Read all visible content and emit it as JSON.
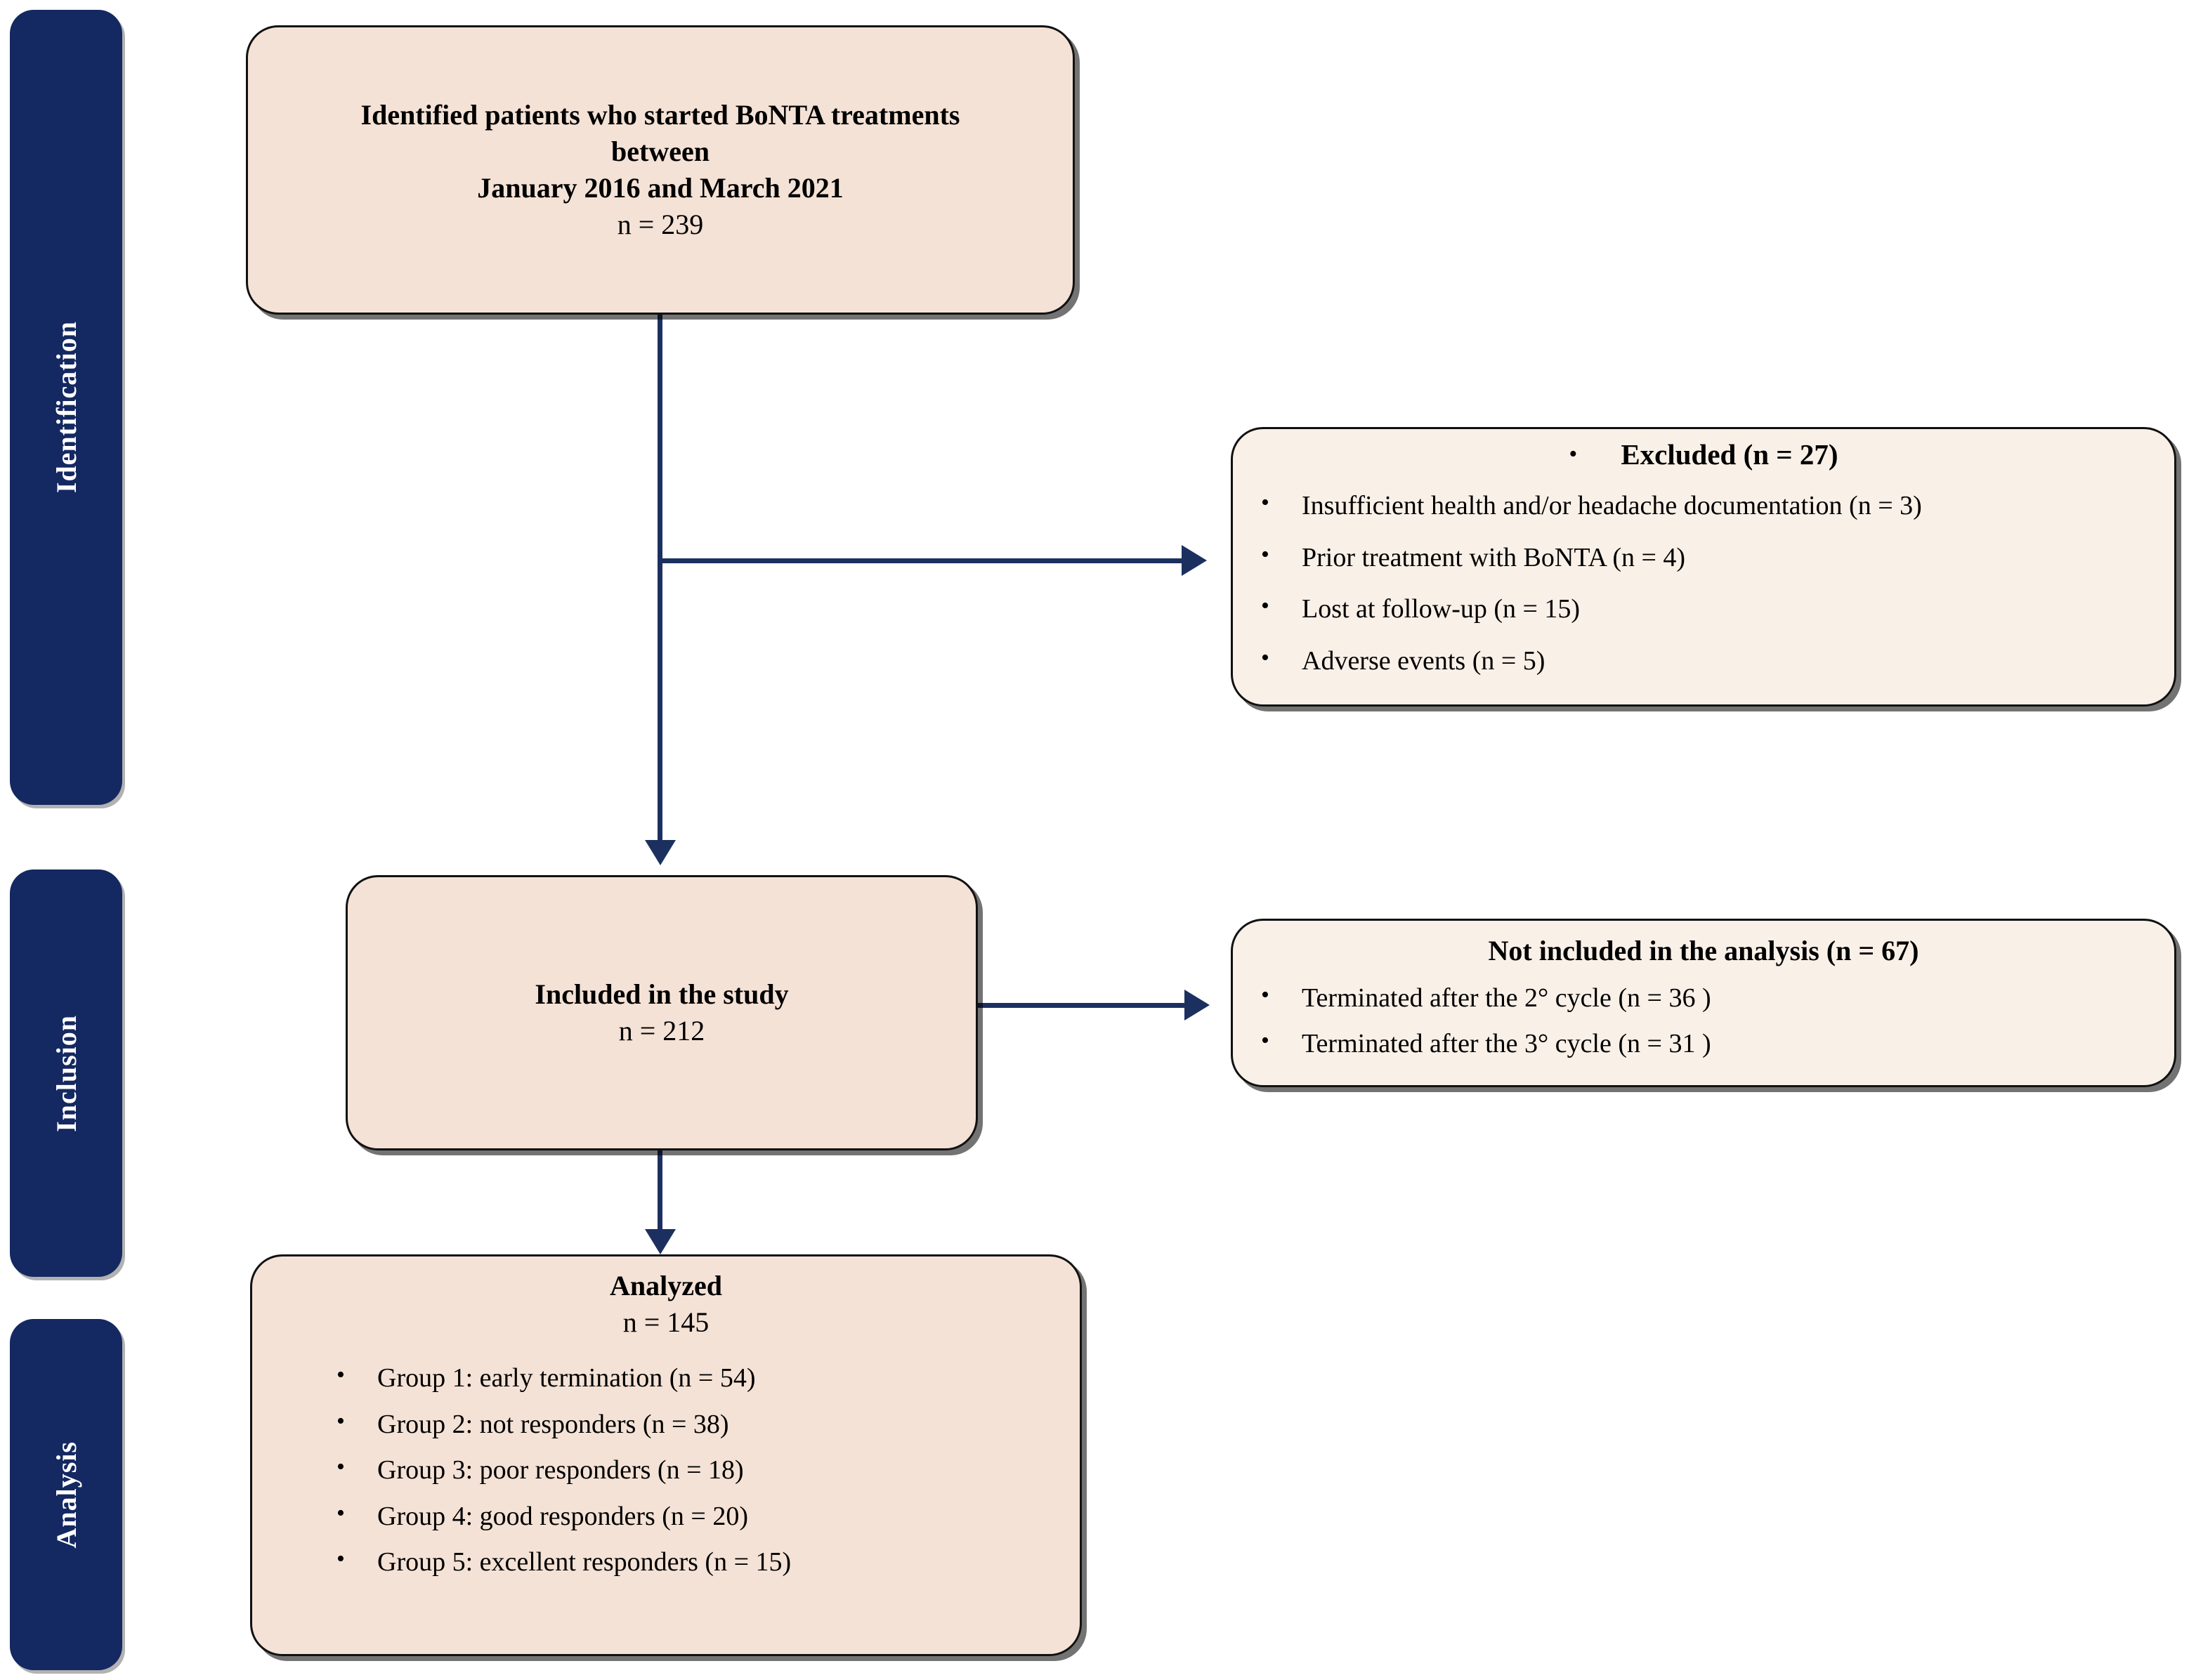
{
  "diagram": {
    "title": "PRISMA-style patient flow diagram",
    "colors": {
      "stage_bar": "#142861",
      "primary_box_fill": "#F4E2D6",
      "side_box_fill": "#F9F0E8",
      "box_border": "#111111",
      "connector": "#1C3060",
      "stage_label_text": "#FFFFFF",
      "body_text": "#000000"
    }
  },
  "stages": [
    {
      "id": "identification",
      "label": "Identification"
    },
    {
      "id": "inclusion",
      "label": "Inclusion"
    },
    {
      "id": "analysis",
      "label": "Analysis"
    }
  ],
  "boxes": {
    "identified": {
      "lines": [
        "Identified patients who started BoNTA treatments",
        "between",
        "January 2016 and March 2021"
      ],
      "count_line": "n = 239"
    },
    "excluded": {
      "header": "Excluded (n = 27)",
      "items": [
        "Insufficient health and/or headache documentation (n = 3)",
        "Prior treatment with BoNTA (n = 4)",
        "Lost at follow-up (n = 15)",
        "Adverse events (n = 5)"
      ]
    },
    "included": {
      "title": "Included in the study",
      "count_line": "n = 212"
    },
    "not_included": {
      "header": "Not included in the analysis (n = 67)",
      "items": [
        "Terminated after the 2° cycle (n = 36 )",
        "Terminated after the 3° cycle (n = 31   )"
      ]
    },
    "analyzed": {
      "title": "Analyzed",
      "count_line": "n = 145",
      "groups": [
        "Group 1: early termination (n = 54)",
        "Group 2: not responders (n = 38)",
        "Group 3: poor responders (n = 18)",
        "Group 4: good responders (n = 20)",
        "Group 5: excellent responders (n = 15)"
      ]
    }
  }
}
